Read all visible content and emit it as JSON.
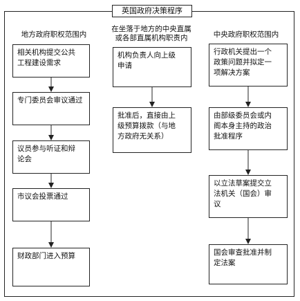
{
  "title": "英国政府决策程序",
  "columns": [
    {
      "header": "地方政府职权范围内",
      "steps": [
        "相关机构提交公共\n工程建设需求",
        "专门委员会审议通过",
        "议员参与听证和辩\n论会",
        "市议会投票通过",
        "财政部门进入预算"
      ]
    },
    {
      "header": "在坐落于地方的中央直属\n或各部直属机构职责内",
      "steps": [
        "机构负责人向上级\n申请",
        "批准后，直接由上\n级预算拨款（与地\n方政府无关系）"
      ]
    },
    {
      "header": "中央政府职权范围内",
      "steps": [
        "行政机关提出一个\n政策问题并拟定一\n项解决方案",
        "由部级委员会或内\n阁本身主持的政治\n批准程序",
        "以立法草案提交立\n法机关（国会）审\n议",
        "国会审查批准并制\n定法案"
      ]
    }
  ]
}
